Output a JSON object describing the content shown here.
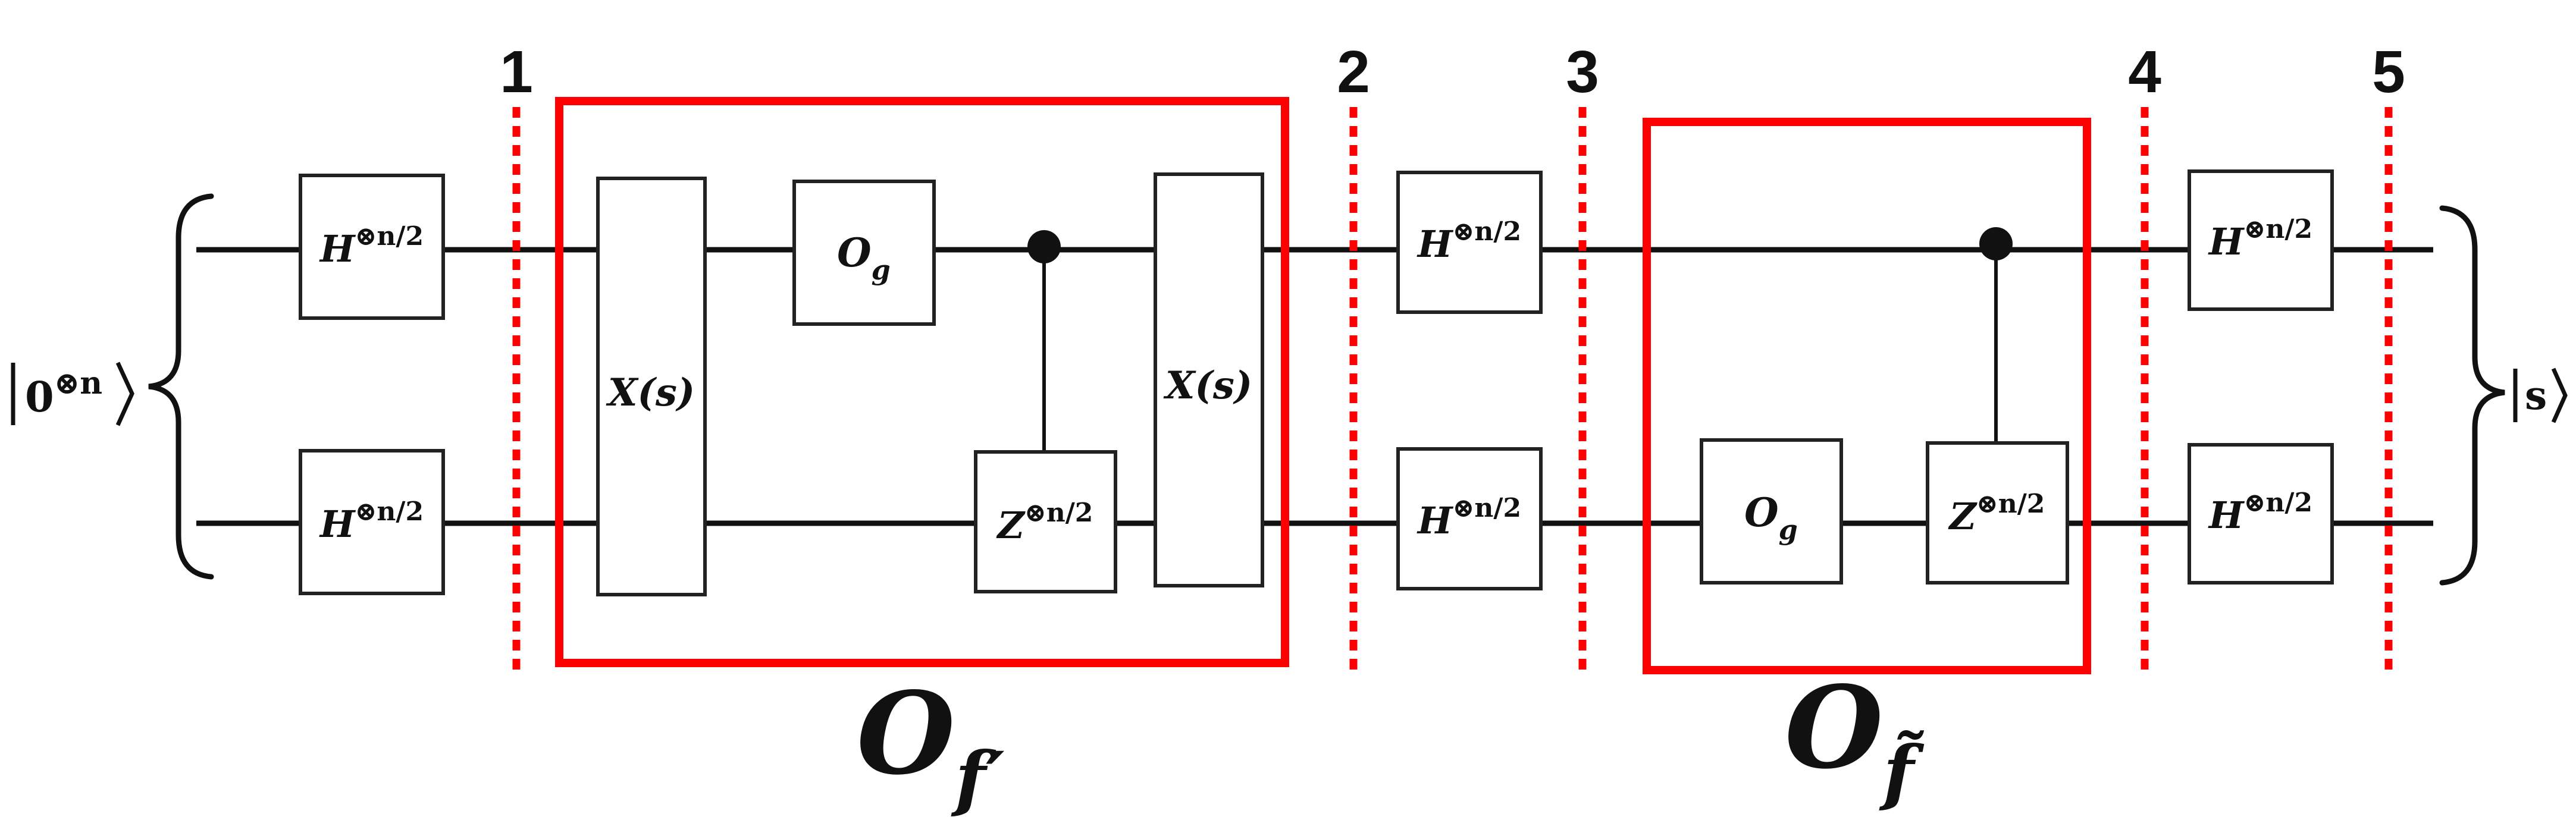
{
  "input_state": {
    "ket": "0",
    "sup": "⊗n"
  },
  "output_state": {
    "ket": "s"
  },
  "barriers": [
    {
      "label": "1"
    },
    {
      "label": "2"
    },
    {
      "label": "3"
    },
    {
      "label": "4"
    },
    {
      "label": "5"
    }
  ],
  "gates": {
    "hadamard": {
      "base": "H",
      "sup": "⊗n/2"
    },
    "x_s": {
      "text": "X(s)"
    },
    "oracle_g": {
      "base": "O",
      "sub": "g"
    },
    "z": {
      "base": "Z",
      "sup": "⊗n/2"
    }
  },
  "oracle_labels": {
    "f_prime": {
      "base": "O",
      "sub": "f′"
    },
    "f_tilde": {
      "base": "O",
      "sub": "f̃"
    }
  },
  "colors": {
    "barrier": "#ff0000",
    "oracle_box": "#ff0000",
    "wire": "#111111",
    "gate_border": "#222222"
  }
}
